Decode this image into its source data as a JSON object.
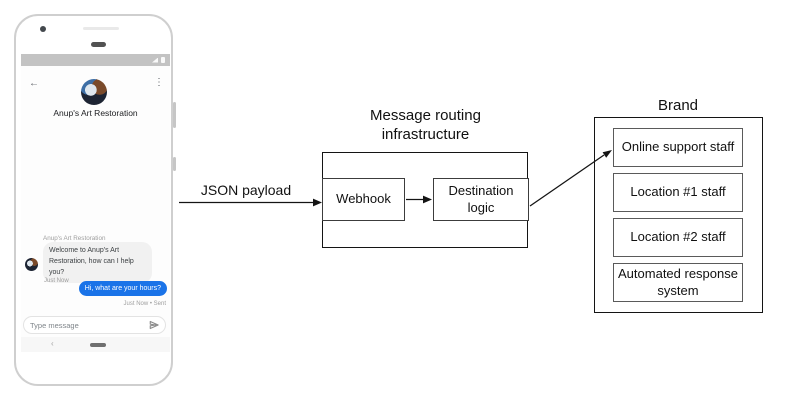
{
  "diagram": {
    "json_payload_label": "JSON payload",
    "routing": {
      "title": "Message routing infrastructure",
      "webhook_label": "Webhook",
      "destination_label": "Destination logic"
    },
    "brand": {
      "title": "Brand",
      "items": [
        {
          "label": "Online support staff"
        },
        {
          "label": "Location #1 staff"
        },
        {
          "label": "Location #2 staff"
        },
        {
          "label": "Automated response system"
        }
      ]
    }
  },
  "phone": {
    "status_bar": {
      "icons": [
        "signal-icon",
        "battery-icon"
      ]
    },
    "header": {
      "back_icon": "←",
      "menu_icon": "⋮",
      "title": "Anup's Art Restoration"
    },
    "conversation": {
      "sender_label": "Anup's Art Restoration",
      "incoming_message": {
        "text": "Welcome to Anup's Art Restoration, how can I help you?",
        "time": "Just Now"
      },
      "outgoing_message": {
        "text": "Hi, what are your hours?",
        "time": "Just Now • Sent"
      }
    },
    "composer": {
      "placeholder": "Type message",
      "send_icon": "send-icon"
    },
    "nav": {
      "back_icon": "‹"
    }
  },
  "colors": {
    "outgoing_bubble": "#1a73e8",
    "incoming_bubble": "#f1f1f1",
    "status_bar": "#c3c3c3",
    "phone_frame": "#cfcfcf",
    "diagram_stroke": "#141414"
  }
}
